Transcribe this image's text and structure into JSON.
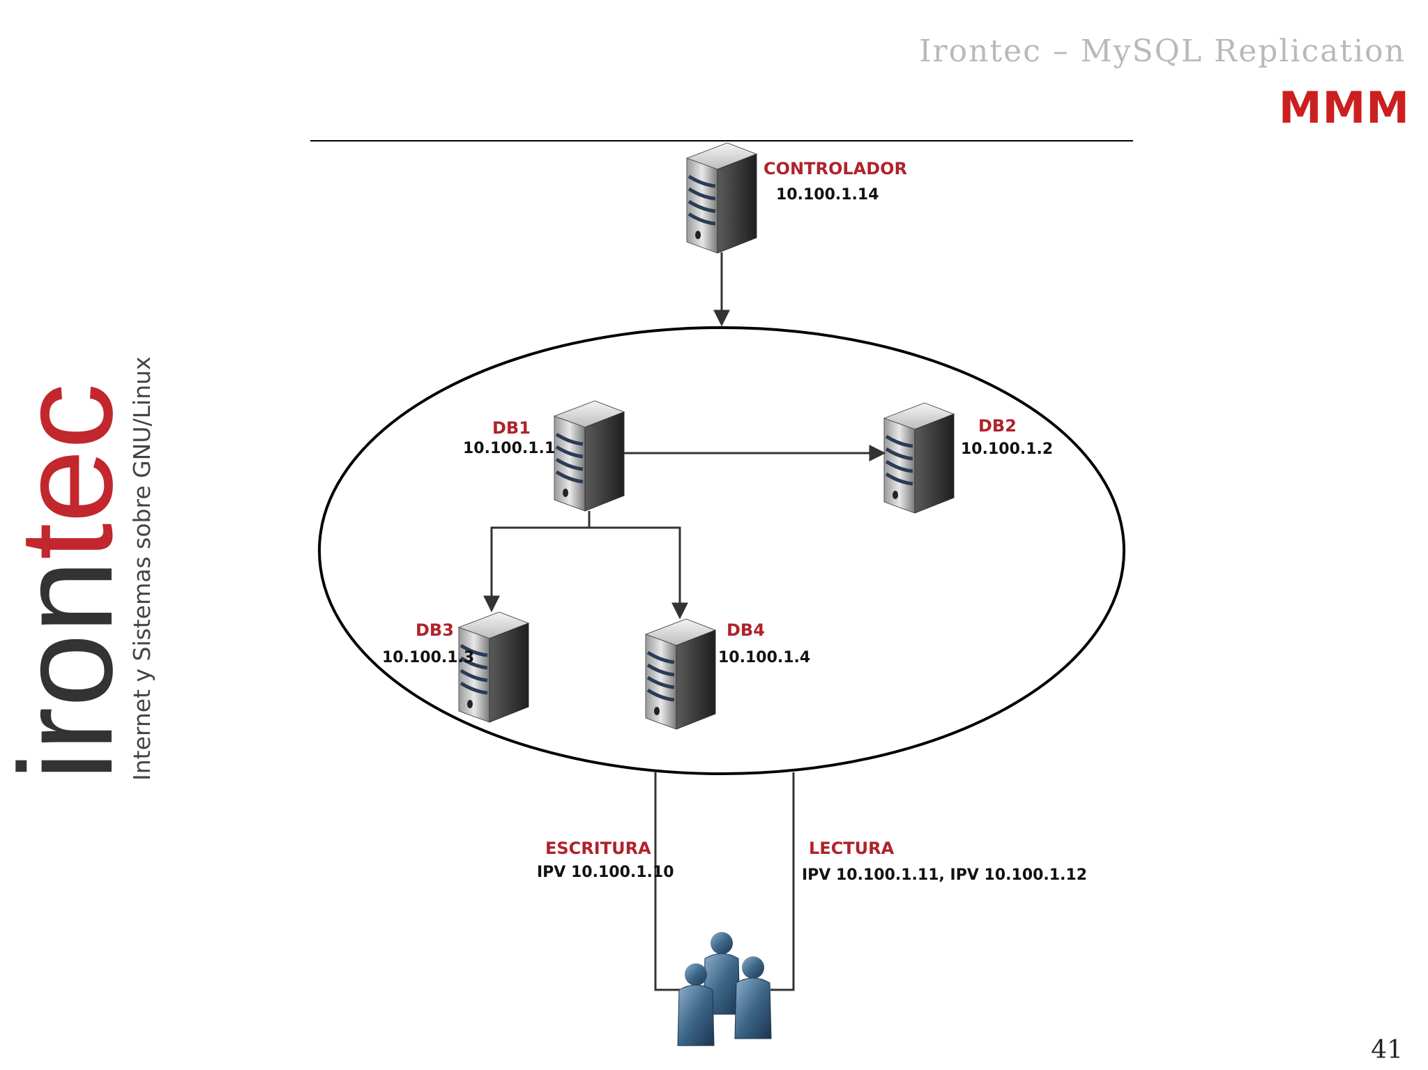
{
  "header": {
    "title": "Irontec – MySQL Replication",
    "heading": "MMM",
    "page_number": "41"
  },
  "logo": {
    "wordmark": "irontec",
    "tagline": "Internet y Sistemas sobre GNU/Linux",
    "brand_color": "#c1272d",
    "dark_color": "#333333"
  },
  "diagram": {
    "controller": {
      "name": "CONTROLADOR",
      "ip": "10.100.1.14"
    },
    "db1": {
      "name": "DB1",
      "ip": "10.100.1.1"
    },
    "db2": {
      "name": "DB2",
      "ip": "10.100.1.2"
    },
    "db3": {
      "name": "DB3",
      "ip": "10.100.1.3"
    },
    "db4": {
      "name": "DB4",
      "ip": "10.100.1.4"
    },
    "write": {
      "name": "ESCRITURA",
      "ip": "IPV 10.100.1.10"
    },
    "read": {
      "name": "LECTURA",
      "ip": "IPV 10.100.1.11, IPV 10.100.1.12"
    },
    "label_color": "#b0222b",
    "icons": [
      "server-icon",
      "users-icon"
    ]
  }
}
